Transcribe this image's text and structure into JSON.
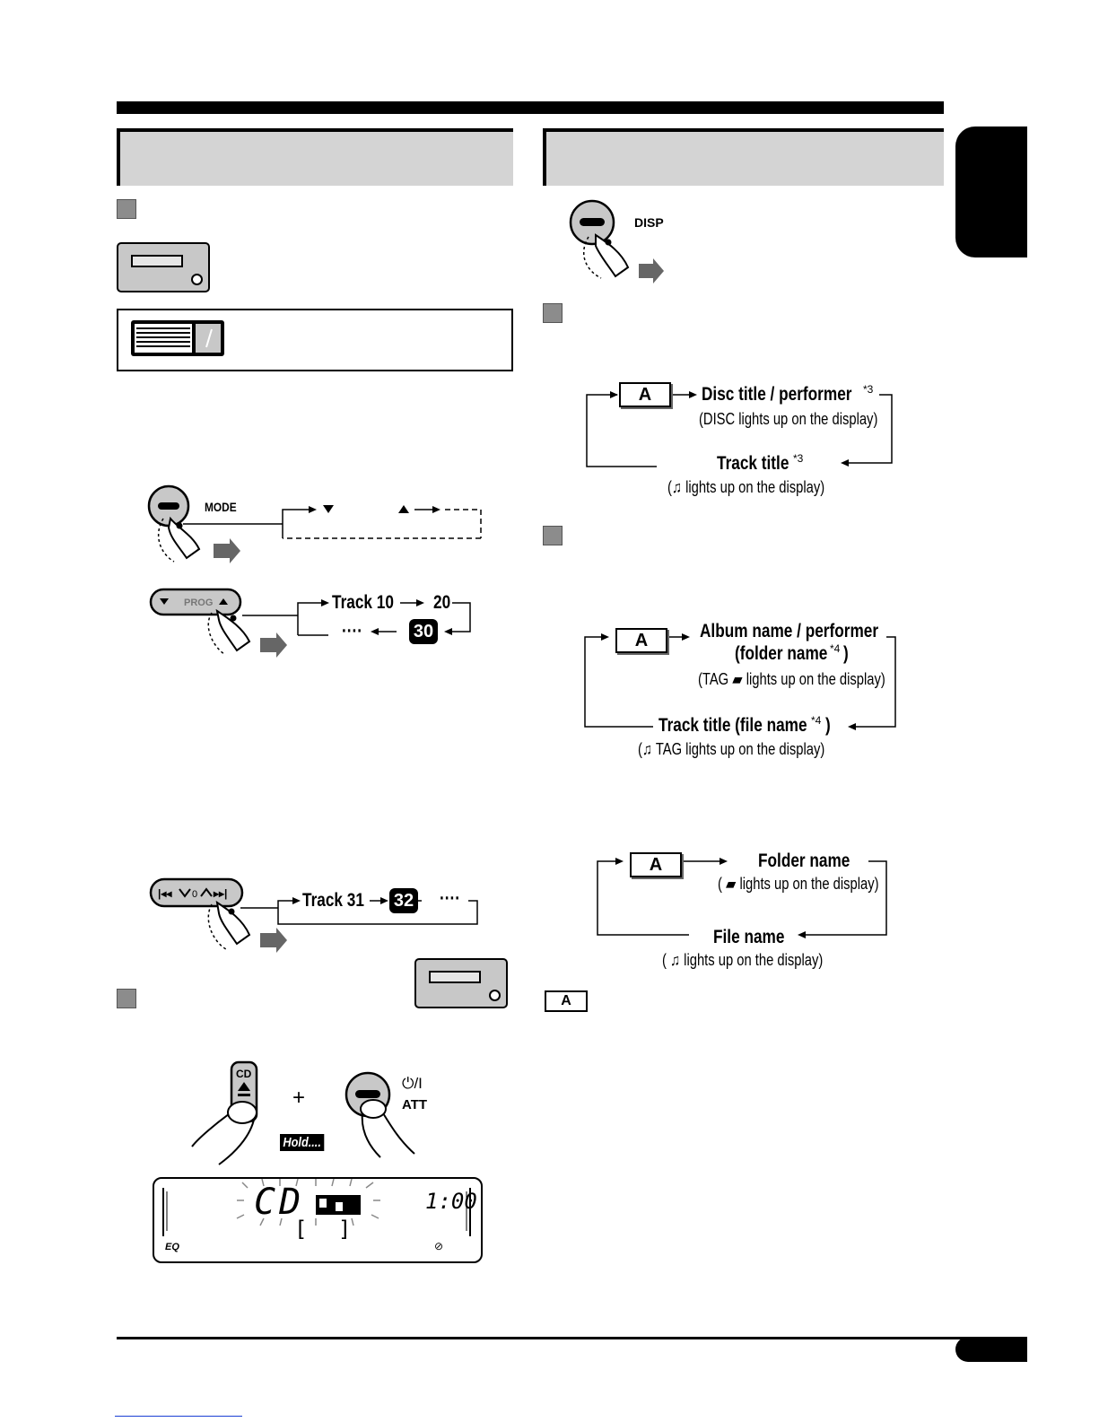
{
  "left_column": {
    "track_sequence": {
      "item1": "Track 10",
      "item2": "20",
      "item3": "30",
      "more": "····"
    },
    "skip_sequence": {
      "item1": "Track 31",
      "item2": "32",
      "more": "····"
    },
    "buttons": {
      "mode": "MODE",
      "prog": "PROG",
      "disp": "DISP",
      "cd": "CD",
      "power": "⏻/I",
      "att": "ATT",
      "plus": "+",
      "hold": "Hold...."
    },
    "lcd": {
      "main_text": "CD",
      "time": "1:00",
      "sub_text": "[ ]",
      "eq": "EQ"
    }
  },
  "right_column": {
    "box_label": "A",
    "cycle1": {
      "top": "Disc title / performer",
      "top_note": "*3",
      "top_sub": "(DISC lights up on the display)",
      "bottom": "Track title",
      "bottom_note": "*3",
      "bottom_sub": "(♫ lights up on the display)"
    },
    "cycle2": {
      "top": "Album name / performer",
      "top2": "(folder name",
      "top2_note": "*4",
      "top2_end": ")",
      "top_sub": "(TAG ▰ lights up on the display)",
      "bottom": "Track title (file name",
      "bottom_note": "*4",
      "bottom_end": ")",
      "bottom_sub": "(♫ TAG  lights up on the display)"
    },
    "cycle3": {
      "top": "Folder name",
      "top_sub": "( ▰  lights up on the display)",
      "bottom": "File name",
      "bottom_sub": "(  ♫ lights up on the display)"
    }
  }
}
